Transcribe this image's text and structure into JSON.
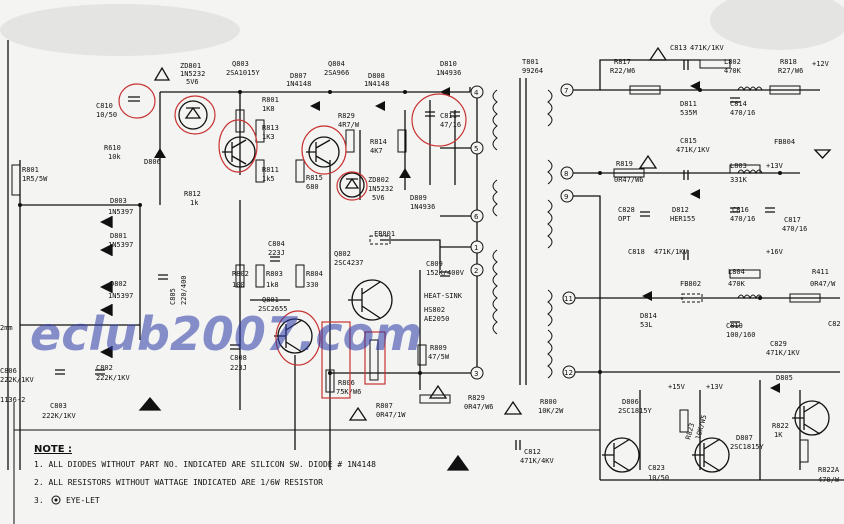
{
  "labels": [
    {
      "id": "zd801",
      "text": "ZD801"
    },
    {
      "id": "zd801v",
      "text": "1N5232"
    },
    {
      "id": "zd801b",
      "text": "5V6"
    },
    {
      "id": "q803",
      "text": "Q803"
    },
    {
      "id": "q803t",
      "text": "2SA1015Y"
    },
    {
      "id": "d807",
      "text": "D807"
    },
    {
      "id": "d807t",
      "text": "1N4148"
    },
    {
      "id": "q804",
      "text": "Q804"
    },
    {
      "id": "q804t",
      "text": "2SA966"
    },
    {
      "id": "d808",
      "text": "D808"
    },
    {
      "id": "d808t",
      "text": "1N4148"
    },
    {
      "id": "d810",
      "text": "D810"
    },
    {
      "id": "d810t",
      "text": "1N4936"
    },
    {
      "id": "t801",
      "text": "T801"
    },
    {
      "id": "t801t",
      "text": "99264"
    },
    {
      "id": "r817",
      "text": "R817"
    },
    {
      "id": "r817t",
      "text": "R22/W6"
    },
    {
      "id": "c813",
      "text": "C813"
    },
    {
      "id": "c813t",
      "text": "471K/1KV"
    },
    {
      "id": "l802",
      "text": "L802"
    },
    {
      "id": "l802t",
      "text": "470K"
    },
    {
      "id": "r818",
      "text": "R818"
    },
    {
      "id": "r818t",
      "text": "R27/W6"
    },
    {
      "id": "v12",
      "text": "+12V"
    },
    {
      "id": "d811",
      "text": "D811"
    },
    {
      "id": "d811t",
      "text": "535M"
    },
    {
      "id": "c814",
      "text": "C814"
    },
    {
      "id": "c814t",
      "text": "470/16"
    },
    {
      "id": "fb804",
      "text": "FB804"
    },
    {
      "id": "c810",
      "text": "C810"
    },
    {
      "id": "c810t",
      "text": "10/50"
    },
    {
      "id": "r801a",
      "text": "R801"
    },
    {
      "id": "r801at",
      "text": "1K8"
    },
    {
      "id": "r829",
      "text": "R829"
    },
    {
      "id": "r829t",
      "text": "4R7/W"
    },
    {
      "id": "c811",
      "text": "C811"
    },
    {
      "id": "c811t",
      "text": "47/16"
    },
    {
      "id": "r813",
      "text": "R813"
    },
    {
      "id": "r813t",
      "text": "1K3"
    },
    {
      "id": "r814",
      "text": "R814"
    },
    {
      "id": "r814t",
      "text": "4K7"
    },
    {
      "id": "r610",
      "text": "R610"
    },
    {
      "id": "r610t",
      "text": "10k"
    },
    {
      "id": "d806",
      "text": "D806"
    },
    {
      "id": "r801",
      "text": "R801"
    },
    {
      "id": "r801t",
      "text": "1R5/5W"
    },
    {
      "id": "r811",
      "text": "R811"
    },
    {
      "id": "r811t",
      "text": "1k5"
    },
    {
      "id": "r815",
      "text": "R815"
    },
    {
      "id": "r815t",
      "text": "680"
    },
    {
      "id": "zd802",
      "text": "ZD802"
    },
    {
      "id": "zd802t",
      "text": "1N5232"
    },
    {
      "id": "zd802b",
      "text": "5V6"
    },
    {
      "id": "d809",
      "text": "D809"
    },
    {
      "id": "d809t",
      "text": "1N4936"
    },
    {
      "id": "r812",
      "text": "R812"
    },
    {
      "id": "r812t",
      "text": "1k"
    },
    {
      "id": "r819",
      "text": "R819"
    },
    {
      "id": "r819t",
      "text": "0R47/W6"
    },
    {
      "id": "c815",
      "text": "C815"
    },
    {
      "id": "c815t",
      "text": "471K/1KV"
    },
    {
      "id": "l803",
      "text": "L803"
    },
    {
      "id": "l803t",
      "text": "331K"
    },
    {
      "id": "v13",
      "text": "+13V"
    },
    {
      "id": "c828",
      "text": "C828"
    },
    {
      "id": "c828t",
      "text": "OPT"
    },
    {
      "id": "d812",
      "text": "D812"
    },
    {
      "id": "d812t",
      "text": "HER155"
    },
    {
      "id": "c816",
      "text": "C816"
    },
    {
      "id": "c816t",
      "text": "470/16"
    },
    {
      "id": "c817",
      "text": "C817"
    },
    {
      "id": "c817t",
      "text": "470/16"
    },
    {
      "id": "d803",
      "text": "D803"
    },
    {
      "id": "d803t",
      "text": "1N5397"
    },
    {
      "id": "d801",
      "text": "D801"
    },
    {
      "id": "d801t",
      "text": "1N5397"
    },
    {
      "id": "d802",
      "text": "D802"
    },
    {
      "id": "d802t",
      "text": "1N5397"
    },
    {
      "id": "c804",
      "text": "C804"
    },
    {
      "id": "c804t",
      "text": "223J"
    },
    {
      "id": "fb801",
      "text": "FB801"
    },
    {
      "id": "q802",
      "text": "Q802"
    },
    {
      "id": "q802t",
      "text": "2SC4237"
    },
    {
      "id": "c809",
      "text": "C809"
    },
    {
      "id": "c809t",
      "text": "152K/400V"
    },
    {
      "id": "c818",
      "text": "C818"
    },
    {
      "id": "c818t",
      "text": "471K/1KV"
    },
    {
      "id": "l804",
      "text": "L804"
    },
    {
      "id": "l804t",
      "text": "470K"
    },
    {
      "id": "v16",
      "text": "+16V"
    },
    {
      "id": "r411",
      "text": "R411"
    },
    {
      "id": "r411t",
      "text": "0R47/W"
    },
    {
      "id": "c805",
      "text": "C805"
    },
    {
      "id": "c805t",
      "text": "220/400"
    },
    {
      "id": "r802",
      "text": "R802"
    },
    {
      "id": "r802t",
      "text": "100"
    },
    {
      "id": "r803",
      "text": "R803"
    },
    {
      "id": "r803t",
      "text": "1k8"
    },
    {
      "id": "r804",
      "text": "R804"
    },
    {
      "id": "r804t",
      "text": "330"
    },
    {
      "id": "heatsink",
      "text": "HEAT-SINK"
    },
    {
      "id": "hs802",
      "text": "HS802"
    },
    {
      "id": "hs802t",
      "text": "AE2050"
    },
    {
      "id": "fb802",
      "text": "FB802"
    },
    {
      "id": "d814",
      "text": "D814"
    },
    {
      "id": "d814t",
      "text": "53L"
    },
    {
      "id": "c819",
      "text": "C819"
    },
    {
      "id": "c819t",
      "text": "100/160"
    },
    {
      "id": "q801",
      "text": "Q801"
    },
    {
      "id": "q801t",
      "text": "2SC2655"
    },
    {
      "id": "r809",
      "text": "R809"
    },
    {
      "id": "r809t",
      "text": "47/5W"
    },
    {
      "id": "c829",
      "text": "C829"
    },
    {
      "id": "c829t",
      "text": "471K/1KV"
    },
    {
      "id": "c808",
      "text": "C808"
    },
    {
      "id": "c808t",
      "text": "223J"
    },
    {
      "id": "c806",
      "text": "C806"
    },
    {
      "id": "c806t",
      "text": "222K/1KV"
    },
    {
      "id": "c802",
      "text": "C802"
    },
    {
      "id": "c802t",
      "text": "222K/1KV"
    },
    {
      "id": "r806",
      "text": "R806"
    },
    {
      "id": "r806t",
      "text": "75K/W6"
    },
    {
      "id": "r807",
      "text": "R807"
    },
    {
      "id": "r807t",
      "text": "0R47/1W"
    },
    {
      "id": "r829b",
      "text": "R829"
    },
    {
      "id": "r829bt",
      "text": "0R47/W6"
    },
    {
      "id": "r800",
      "text": "R800"
    },
    {
      "id": "r800t",
      "text": "10K/2W"
    },
    {
      "id": "d806b",
      "text": "D806"
    },
    {
      "id": "d806bt",
      "text": "2SC1815Y"
    },
    {
      "id": "v15",
      "text": "+15V"
    },
    {
      "id": "v13b",
      "text": "+13V"
    },
    {
      "id": "d805",
      "text": "D805"
    },
    {
      "id": "c803",
      "text": "C803"
    },
    {
      "id": "c803t",
      "text": "222K/1KV"
    },
    {
      "id": "l136",
      "text": "1136-2"
    },
    {
      "id": "r823",
      "text": "R823"
    },
    {
      "id": "r823t",
      "text": "10K/W5"
    },
    {
      "id": "d807b",
      "text": "D807"
    },
    {
      "id": "d807bt",
      "text": "2SC1815Y"
    },
    {
      "id": "r822",
      "text": "R822"
    },
    {
      "id": "r822t",
      "text": "1K"
    },
    {
      "id": "r822a",
      "text": "R822A"
    },
    {
      "id": "r822at",
      "text": "470/W"
    },
    {
      "id": "c823",
      "text": "C823"
    },
    {
      "id": "c823t",
      "text": "10/50"
    },
    {
      "id": "c812",
      "text": "C812"
    },
    {
      "id": "c812t",
      "text": "471K/4KV"
    },
    {
      "id": "c82",
      "text": "C82"
    },
    {
      "id": "c82b",
      "text": "2mm"
    }
  ],
  "pins": [
    "7",
    "4",
    "5",
    "8",
    "9",
    "6",
    "1",
    "2",
    "11",
    "3",
    "12"
  ],
  "watermark": "eclub2007.com",
  "notes": {
    "title": "NOTE :",
    "lines": [
      "1. ALL DIODES WITHOUT PART NO. INDICATED ARE SILICON SW. DIODE # 1N4148",
      "2. ALL RESISTORS WITHOUT WATTAGE INDICATED ARE 1/6W RESISTOR",
      "3.",
      "EYE-LET"
    ]
  },
  "colors": {
    "ink": "#111111",
    "paper": "#f4f4f2",
    "annotation": "#c83232",
    "watermark": "#2b3aa8"
  }
}
